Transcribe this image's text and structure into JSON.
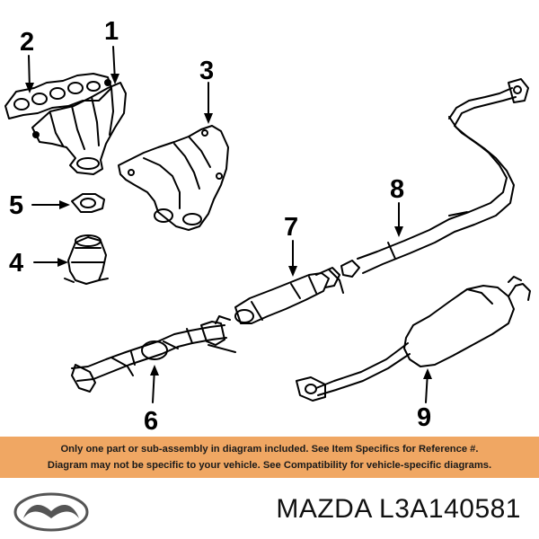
{
  "diagram": {
    "callouts": [
      {
        "id": "1",
        "text": "1"
      },
      {
        "id": "2",
        "text": "2"
      },
      {
        "id": "3",
        "text": "3"
      },
      {
        "id": "4",
        "text": "4"
      },
      {
        "id": "5",
        "text": "5"
      },
      {
        "id": "6",
        "text": "6"
      },
      {
        "id": "7",
        "text": "7"
      },
      {
        "id": "8",
        "text": "8"
      },
      {
        "id": "9",
        "text": "9"
      }
    ]
  },
  "banner": {
    "line1": "Only one part or sub-assembly in diagram included. See Item Specifics for Reference #.",
    "line2": "Diagram may not be specific to your vehicle. See Compatibility for vehicle-specific diagrams.",
    "color": "#f0a763"
  },
  "footer": {
    "logo": "mazda-logo-icon",
    "part_label": "MAZDA L3A140581"
  }
}
